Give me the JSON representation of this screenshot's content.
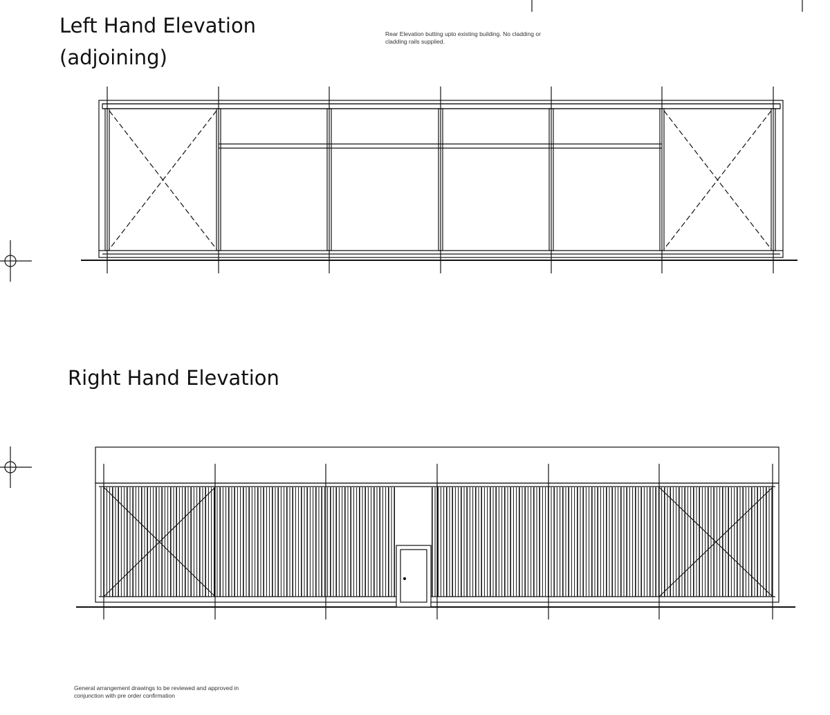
{
  "left_elevation": {
    "title_line1": "Left Hand Elevation",
    "title_line2": "(adjoining)",
    "note_line1": "Rear Elevation butting upto existing building. No cladding or",
    "note_line2": "cladding rails supplied."
  },
  "right_elevation": {
    "title": "Right Hand Elevation"
  },
  "footer_note": {
    "line1": "General arrangement drawings to be reviewed and approved in",
    "line2": "conjunction with pre order confirmation"
  },
  "colors": {
    "line": "#111111",
    "background": "#ffffff"
  }
}
